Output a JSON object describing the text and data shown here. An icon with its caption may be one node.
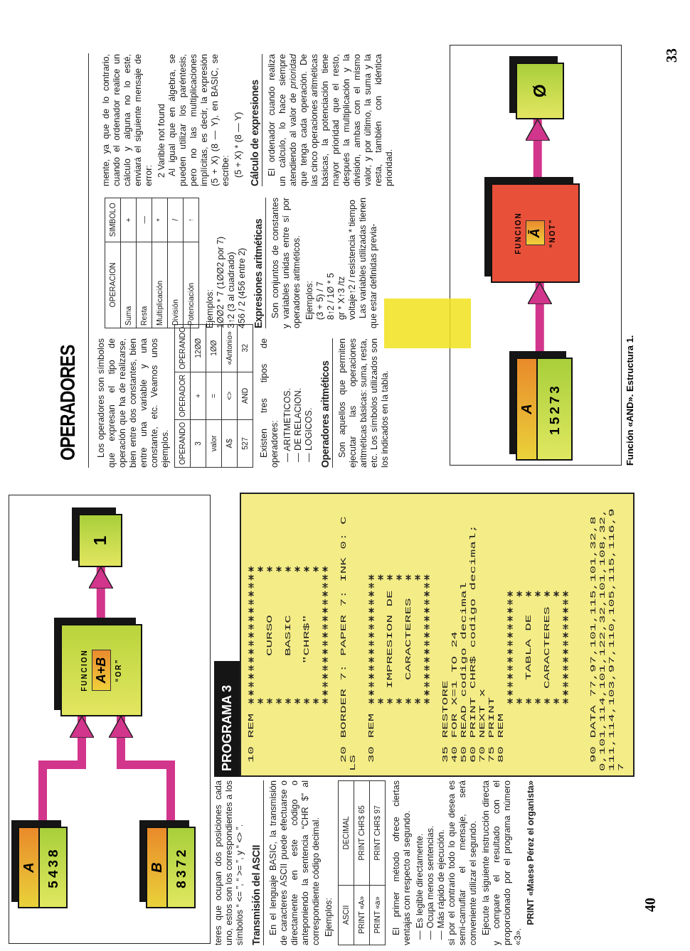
{
  "diagram": {
    "title": "OPERADORES",
    "nodes": [
      {
        "text": [
          "A",
          "5438"
        ]
      },
      {
        "text": [
          "B",
          "8372"
        ]
      },
      {
        "text": [
          "FUNCION",
          "A+B",
          "“OR”"
        ]
      },
      {
        "text": [
          "1"
        ]
      },
      {
        "text": [
          "A",
          "15273"
        ]
      },
      {
        "text": [
          "FUNCION",
          "Ā",
          "“NOT”"
        ]
      },
      {
        "text": [
          "Ø"
        ]
      }
    ],
    "edges": [
      {
        "from": 0,
        "to": 2,
        "arrow": "to"
      },
      {
        "from": 1,
        "to": 2,
        "arrow": "to"
      },
      {
        "from": 2,
        "to": 3,
        "arrow": "to"
      },
      {
        "from": 4,
        "to": 5,
        "arrow": "to"
      },
      {
        "from": 5,
        "to": 6,
        "arrow": "to"
      }
    ],
    "labels": [
      "teres que ocupan dos posiciones cada uno, estos son los correspondientes a los símbolos “ <= ”, “ >= ”, y “ <> ”.",
      "Transmisión del ASCII",
      "En el lenguaje BASIC, la transmisión de caracteres ASCII puede efectuarse o directamente en este código o anteponiendo la sentencia “CHR $” al correspondiente código decimal.",
      "Ejemplos:",
      "ASCII",
      "DECIMAL",
      "PRINT «A»",
      "PRINT CHR$ 65",
      "PRINT «a»",
      "PRINT CHR$ 97",
      "El primer método ofrece ciertas ventajas con respecto al segundo.",
      "— Es legible directamente.",
      "— Ocupa menos sentencias.",
      "— Más rápido de ejecución.",
      "si por el contrario todo lo que desea es semi-camuflar el mensaje, será conveniente utilizar el segundo.",
      "Ejecute la siguiente instrucción directa y compare el resultado con el proporcionado por el programa número «3».",
      "PRINT «Maese Pérez el organista»",
      "40",
      "PROGRAMA 3",
      "10 REM",
      "CURSO",
      "BASIC",
      "\"CHR$\"",
      "20 BORDER 7: PAPER 7: INK 0: C",
      "LS",
      "30 REM",
      "IMPRESION DE",
      "CARACTERES",
      "35 RESTORE",
      "40 FOR X=1 TO 24",
      "50 READ codigo decimal",
      "60 PRINT CHR$ codigo decimal;",
      "70 NEXT x",
      "75 PRINT",
      "80 REM",
      "TABLA DE",
      "CARACTERES",
      "90 DATA 77,97,101,115,101,32,8",
      "0,101,114,101,122,32,101,108,32,",
      "111,114,103,97,110,105,115,116,9",
      "7",
      "Los operadores son símbolos que expresan el tipo de operación que ha de realizarse, bien entre dos constantes, bien entre una variable y una constante, etc. Veamos unos ejemplos.",
      "OPERANDO",
      "OPERADOR",
      "OPERANDO",
      "3",
      "+",
      "12ØØ",
      "valor",
      "=",
      "1ØØ",
      "A$",
      "<>",
      "«Antonio»",
      "527",
      "AND",
      "32",
      "Existen tres tipos de operadores:",
      "— ARITMETICOS.",
      "— DE RELACION.",
      "— LOGICOS.",
      "Operadores aritméticos",
      "Son aquellos que permiten ejecutar las operaciones aritméticas básicas: suma, resta, etc. Los símbolos utilizados son los indicados en la tabla.",
      "OPERACION",
      "SIMBOLO",
      "Suma",
      "+",
      "Resta",
      "—",
      "Multiplicación",
      "*",
      "División",
      "/",
      "Potenciación",
      "↑",
      "Ejemplos:",
      "1ØØ2 * 7 (1ØØ2 por 7)",
      "3↑2 (3 al cuadrado)",
      "456 / 2 (456 entre 2)",
      "Expresiones aritméticas",
      "Son conjuntos de constantes y variables unidas entre sí por operadores aritméticos.",
      "Ejemplos:",
      "(3 + 5) / 7",
      "8↑2 / 1Ø * 5",
      "gr * X↑3 /tz",
      "voltaje↑2 / resistencia * tiempo",
      "Las variables utilizadas tienen que estar definidas previa-",
      "mente, ya que de lo contrario, cuando el ordenador realice un cálculo y alguna no lo esté, enviará el siguiente mensaje de error:",
      "2 Varible not found",
      "Al igual que en álgebra, se pueden utilizar los paréntesis, pero no las multiplicaciones implícitas, es decir, la expresión (5 + X) (8 — Y), en BASIC, se escribe:",
      "(5 + X) * (8 — Y)",
      "Cálculo de expresiones",
      "El ordenador cuando realiza un cálculo, lo hace siempre atendiendo al valor de *prioridad* que tenga cada operación. De las cinco operaciones aritméticas básicas, la potenciación tiene mayor prioridad que el resto, después la multiplicación y la división, ambas con el mismo valor, y por último, la suma y la resta, también con idéntica prioridad.",
      "Función «AND». Estructura 1.",
      "33"
    ]
  }
}
